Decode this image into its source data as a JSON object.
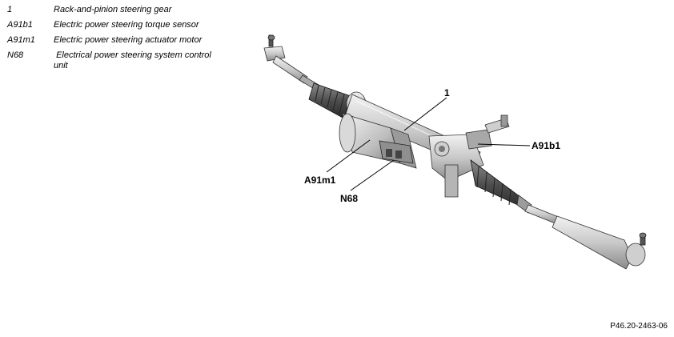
{
  "legend": [
    {
      "code": "1",
      "description": "Rack-and-pinion steering gear"
    },
    {
      "code": "A91b1",
      "description": "Electric power steering torque sensor"
    },
    {
      "code": "A91m1",
      "description": "Electric power steering actuator motor"
    },
    {
      "code": "N68",
      "description": " Electrical power steering system control unit"
    }
  ],
  "callouts": {
    "rack": "1",
    "torque_sensor": "A91b1",
    "actuator_motor": "A91m1",
    "control_unit": "N68"
  },
  "figure_ref": "P46.20-2463-06"
}
